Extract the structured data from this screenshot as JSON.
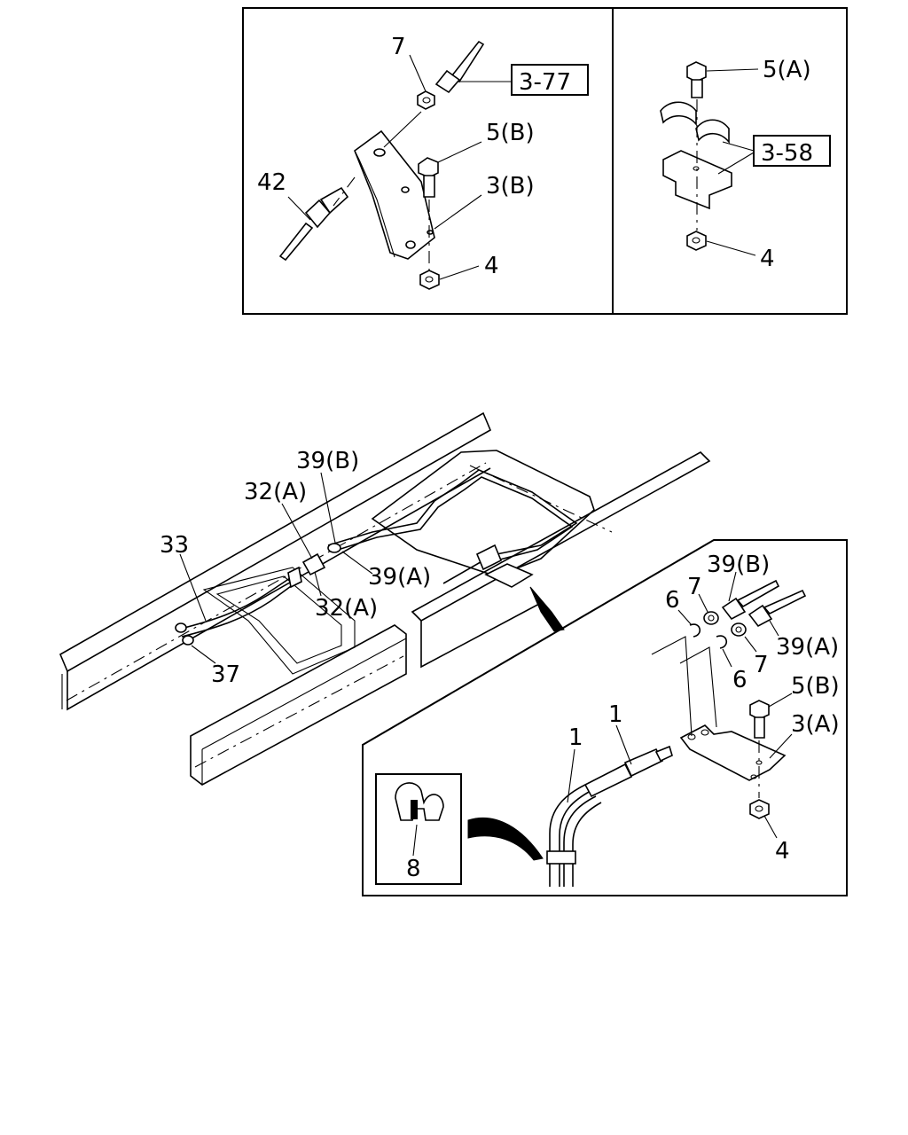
{
  "top_left_panel": {
    "labels": {
      "l7": "7",
      "ref": "3-77",
      "l5b": "5(B)",
      "l42": "42",
      "l3b": "3(B)",
      "l4": "4"
    }
  },
  "top_right_panel": {
    "labels": {
      "l5a": "5(A)",
      "ref": "3-58",
      "l4": "4"
    }
  },
  "main_view": {
    "labels": {
      "l39b": "39(B)",
      "l32a_top": "32(A)",
      "l33": "33",
      "l39a": "39(A)",
      "l32a_bottom": "32(A)",
      "l37": "37"
    }
  },
  "detail_panel": {
    "labels": {
      "l39b": "39(B)",
      "l7_top": "7",
      "l6_top": "6",
      "l39a": "39(A)",
      "l7_bottom": "7",
      "l6_bottom": "6",
      "l5b": "5(B)",
      "l3a": "3(A)",
      "l1_left": "1",
      "l1_right": "1",
      "l4": "4",
      "l8": "8"
    }
  }
}
